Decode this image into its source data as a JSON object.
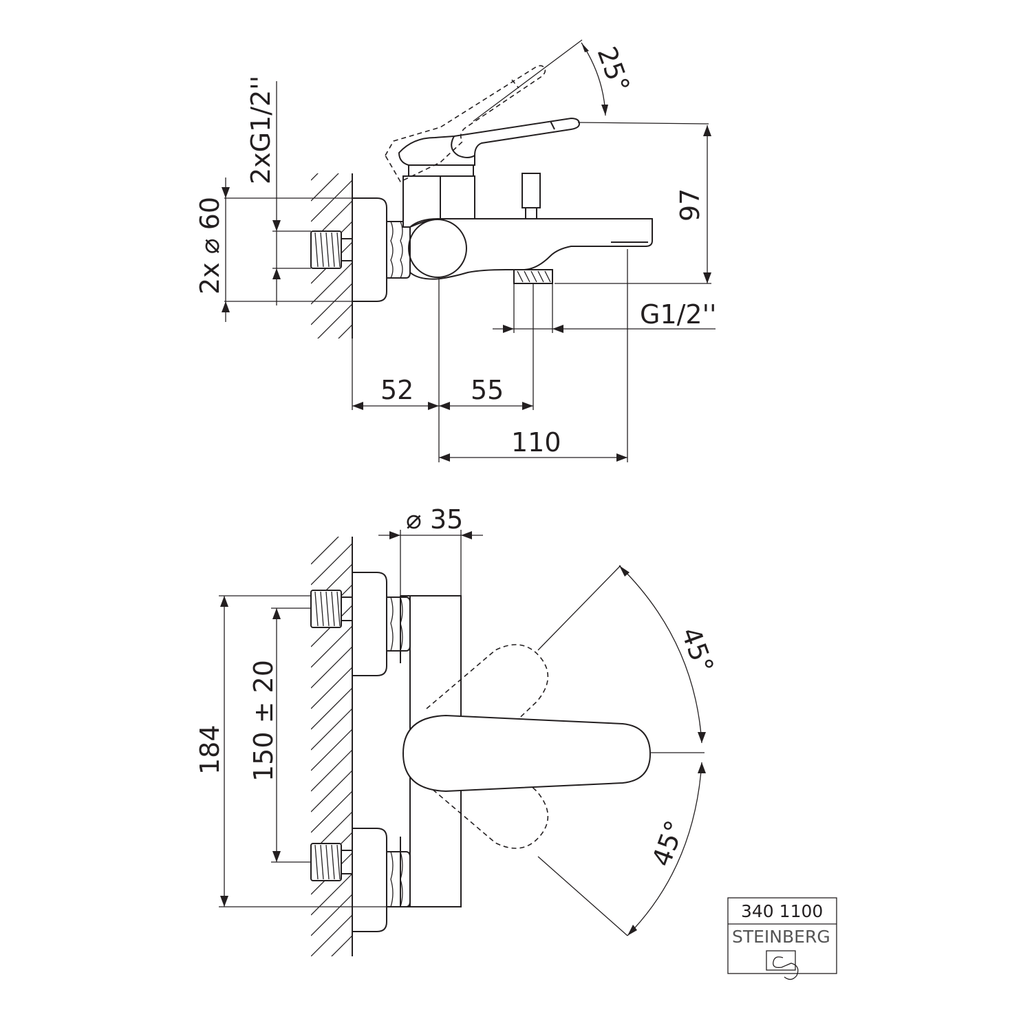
{
  "side_view": {
    "dim_angle": "25°",
    "dim_thread_inlets": "2xG1/2''",
    "dim_flange": "2x ⌀ 60",
    "dim_height": "97",
    "dim_outlet_thread": "G1/2''",
    "dim_wall_to_axis": "52",
    "dim_axis_to_outlet": "55",
    "dim_spout": "110"
  },
  "front_view": {
    "dim_body_diameter": "⌀ 35",
    "dim_angle_up": "45°",
    "dim_angle_down": "45°",
    "dim_total_height": "184",
    "dim_centers": "150 ± 20"
  },
  "title_block": {
    "article_number": "340 1100",
    "brand": "STEINBERG"
  }
}
